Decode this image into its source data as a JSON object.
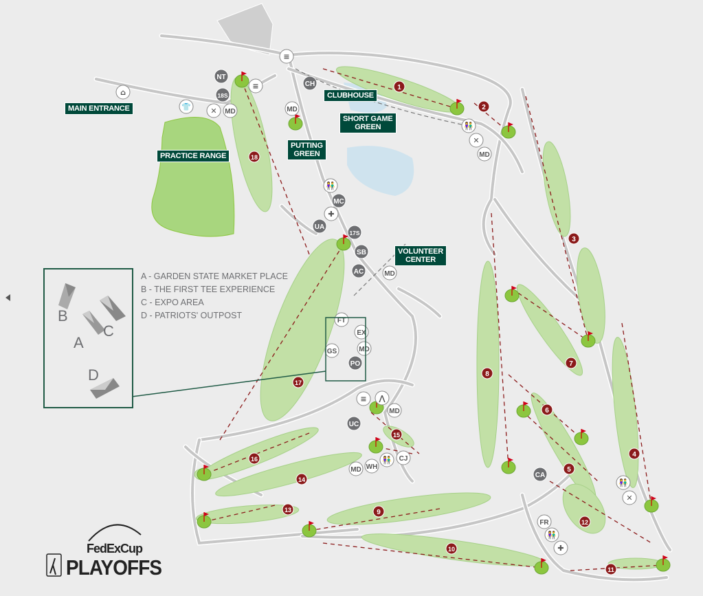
{
  "labels": {
    "main_entrance": "MAIN ENTRANCE",
    "practice_range": "PRACTICE RANGE",
    "clubhouse": "CLUBHOUSE",
    "short_game_green": "SHORT GAME\nGREEN",
    "putting_green": "PUTTING\nGREEN",
    "volunteer_center": "VOLUNTEER\nCENTER"
  },
  "legend": {
    "items": [
      "A - GARDEN STATE MARKET PLACE",
      "B - THE FIRST TEE EXPERIENCE",
      "C - EXPO AREA",
      "D - PATRIOTS' OUTPOST"
    ],
    "inset_letters": [
      "A",
      "B",
      "C",
      "D"
    ]
  },
  "holes": [
    "1",
    "2",
    "3",
    "4",
    "5",
    "6",
    "7",
    "8",
    "9",
    "10",
    "11",
    "12",
    "13",
    "14",
    "15",
    "16",
    "17",
    "18"
  ],
  "pois": [
    {
      "code": "NT",
      "style": "dark"
    },
    {
      "code": "18S",
      "style": "dark"
    },
    {
      "code": "MD",
      "style": "light"
    },
    {
      "code": "CH",
      "style": "dark"
    },
    {
      "code": "MD",
      "style": "light"
    },
    {
      "code": "MD",
      "style": "light"
    },
    {
      "code": "MC",
      "style": "dark"
    },
    {
      "code": "UA",
      "style": "dark"
    },
    {
      "code": "17S",
      "style": "dark"
    },
    {
      "code": "SB",
      "style": "dark"
    },
    {
      "code": "AC",
      "style": "dark"
    },
    {
      "code": "MD",
      "style": "light"
    },
    {
      "code": "FT",
      "style": "light"
    },
    {
      "code": "EX",
      "style": "light"
    },
    {
      "code": "GS",
      "style": "light"
    },
    {
      "code": "MD",
      "style": "light"
    },
    {
      "code": "PO",
      "style": "dark"
    },
    {
      "code": "MD",
      "style": "light"
    },
    {
      "code": "UC",
      "style": "dark"
    },
    {
      "code": "CJ",
      "style": "light"
    },
    {
      "code": "WH",
      "style": "light"
    },
    {
      "code": "MD",
      "style": "light"
    },
    {
      "code": "CA",
      "style": "dark"
    },
    {
      "code": "FR",
      "style": "light"
    }
  ],
  "icons": [
    "house-icon",
    "shirt-icon",
    "food-icon",
    "grandstand-icon",
    "grandstand-icon",
    "restroom-icon",
    "food-icon",
    "restroom-icon",
    "first-aid-icon",
    "grandstand-icon",
    "tent-icon",
    "restroom-icon",
    "restroom-icon",
    "first-aid-icon",
    "restroom-icon",
    "food-icon"
  ],
  "logo": {
    "line1": "FedExCup",
    "line2": "PLAYOFFS"
  },
  "colors": {
    "background": "#ececec",
    "fairway": "#c2e0a6",
    "green": "#8cc63f",
    "label_bg": "#00493a",
    "hole_marker": "#8b1a1a",
    "road": "#c6c6c6",
    "poi_dark": "#6d6e71",
    "water": "#cfe3ee",
    "bunker": "#e3b98e"
  }
}
